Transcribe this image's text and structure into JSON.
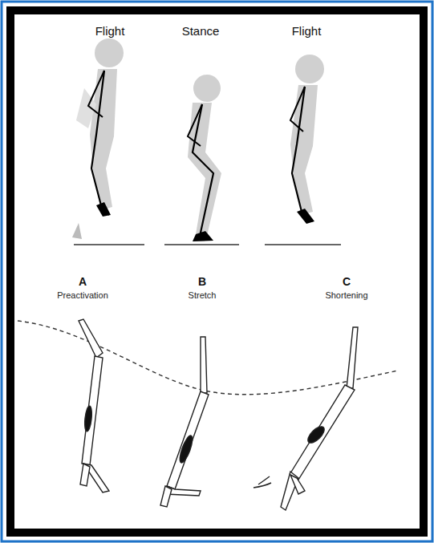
{
  "diagram": {
    "labels": [
      "Flight",
      "Stance",
      "Flight",
      "A",
      "Preactivation",
      "B",
      "Stretch",
      "C",
      "Shortening"
    ]
  }
}
